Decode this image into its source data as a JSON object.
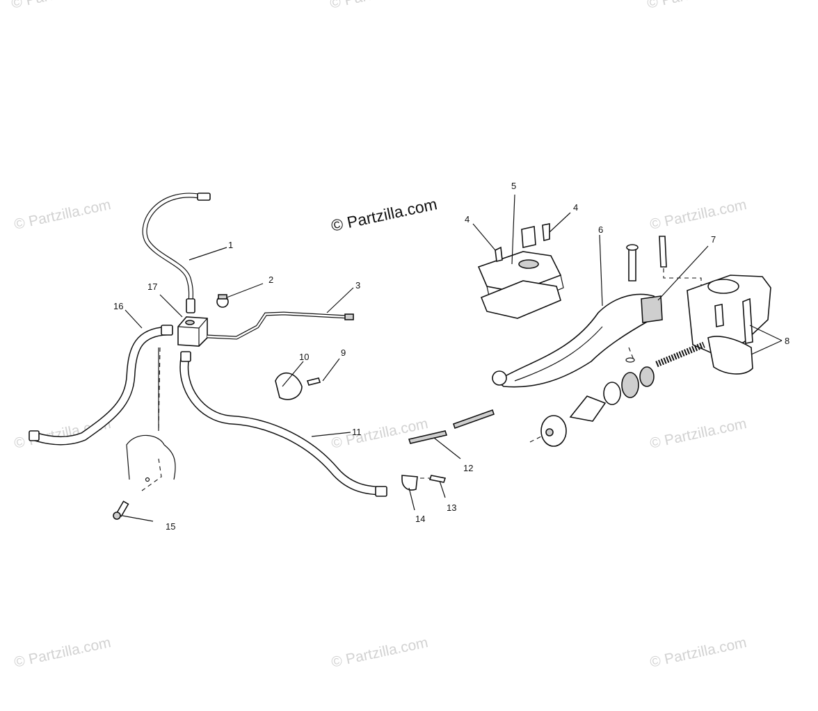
{
  "brand_watermark": "© Partzilla.com",
  "tiled_watermark": "© Partzilla.com",
  "callouts": {
    "c1": "1",
    "c2": "2",
    "c3": "3",
    "c4a": "4",
    "c4b": "4",
    "c5": "5",
    "c6": "6",
    "c7": "7",
    "c8": "8",
    "c9": "9",
    "c10": "10",
    "c11": "11",
    "c12": "12",
    "c13": "13",
    "c14": "14",
    "c15": "15",
    "c16": "16",
    "c17": "17"
  },
  "colors": {
    "line": "#111111",
    "watermark": "#d2d2d2",
    "background": "#ffffff"
  }
}
